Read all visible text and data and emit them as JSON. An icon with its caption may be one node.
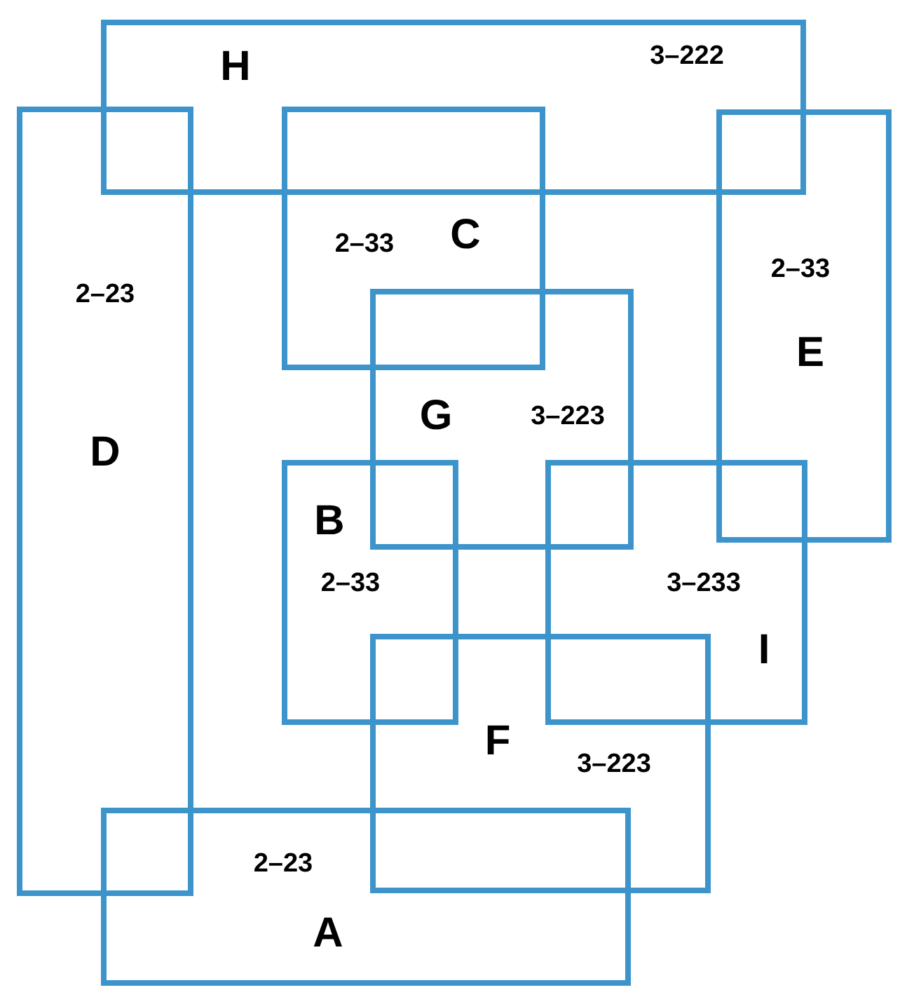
{
  "diagram": {
    "nodes": [
      {
        "text": [
          "H",
          "3–222"
        ]
      },
      {
        "text": [
          "2–23",
          "D"
        ]
      },
      {
        "text": [
          "2–33",
          "C"
        ]
      },
      {
        "text": [
          "2–33",
          "E"
        ]
      },
      {
        "text": [
          "G",
          "3–223"
        ]
      },
      {
        "text": [
          "B",
          "2–33"
        ]
      },
      {
        "text": [
          "3–233",
          "I"
        ]
      },
      {
        "text": [
          "F",
          "3–223"
        ]
      },
      {
        "text": [
          "2–23",
          "A"
        ]
      }
    ]
  }
}
